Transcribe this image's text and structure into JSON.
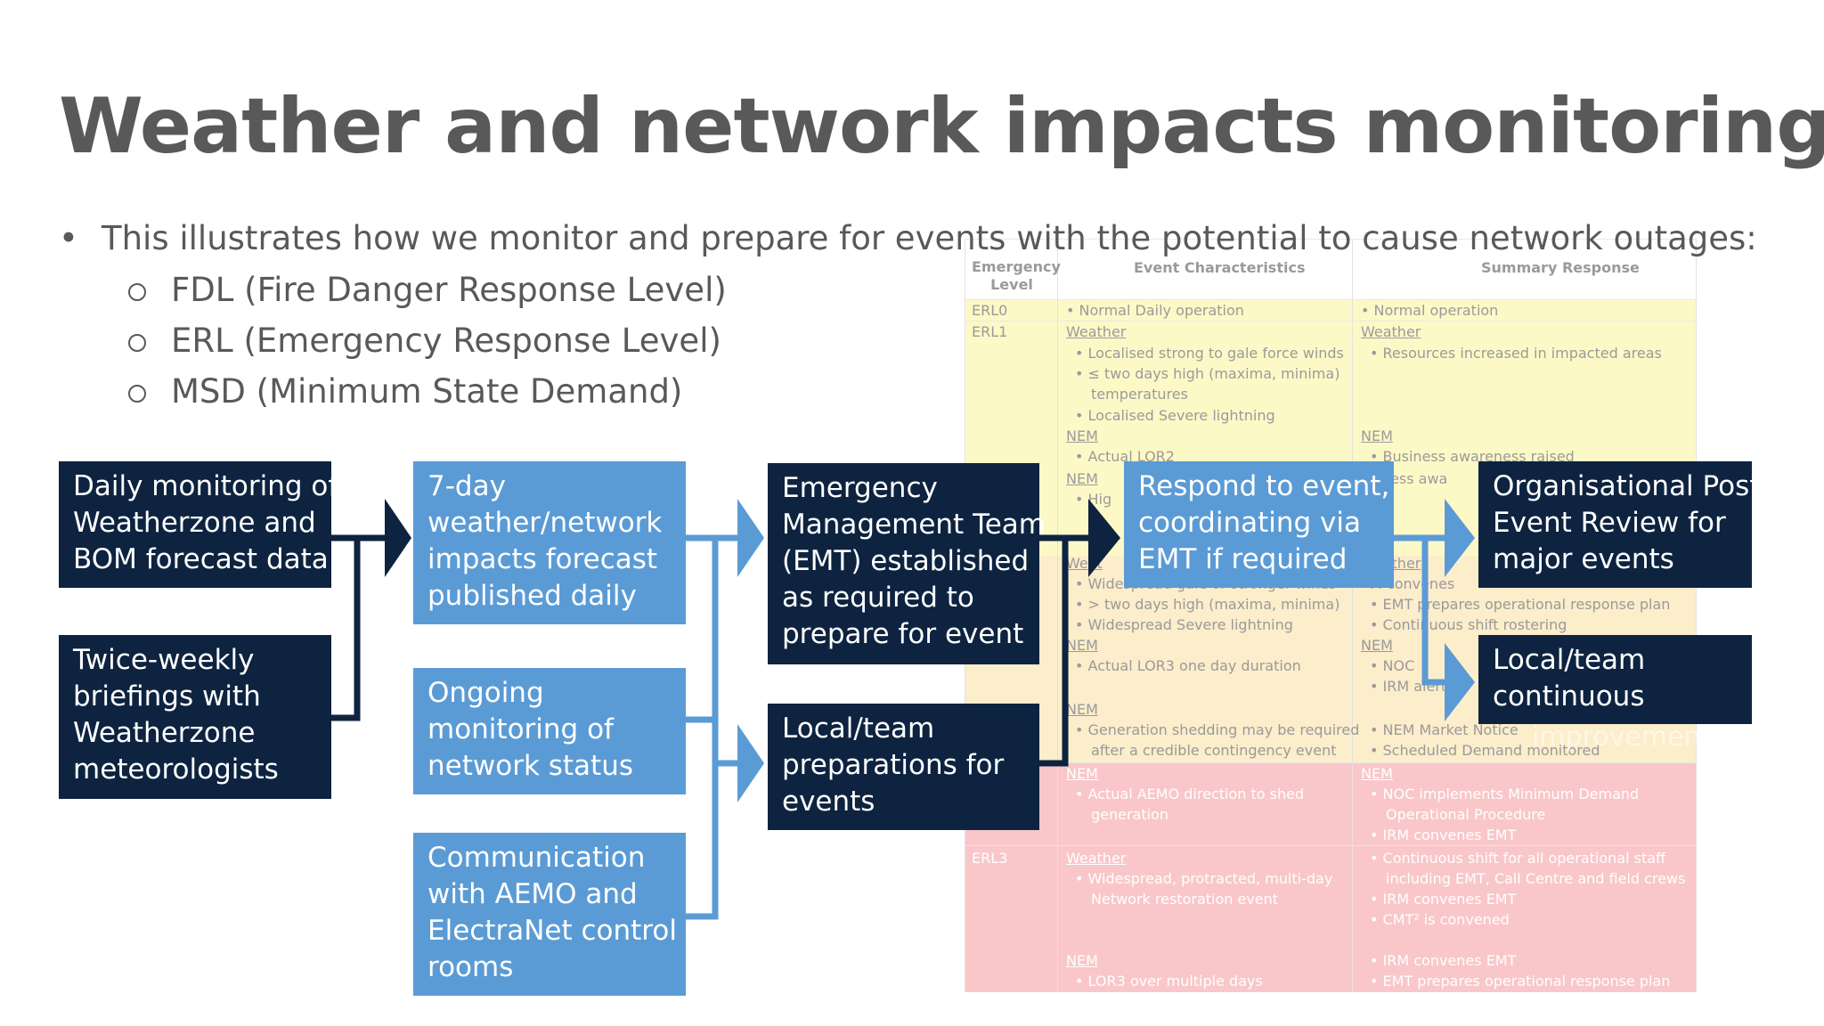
{
  "title": "Weather and network impacts monitoring",
  "intro": {
    "bullet": "•",
    "text": "This illustrates how we monitor and prepare for events with the potential to cause network outages:",
    "items": [
      "FDL (Fire Danger Response Level)",
      "ERL (Emergency Response Level)",
      "MSD (Minimum State Demand)"
    ]
  },
  "boxes": {
    "daily": [
      "Daily monitoring of",
      "Weatherzone and",
      "BOM forecast data"
    ],
    "twice": [
      "Twice-weekly",
      "briefings with",
      "Weatherzone",
      "meteorologists"
    ],
    "forecast": [
      "7-day",
      "weather/network",
      "impacts forecast",
      "published daily"
    ],
    "ongoing": [
      "Ongoing",
      "monitoring of",
      "network status"
    ],
    "comm": [
      "Communication",
      "with AEMO and",
      "ElectraNet control",
      "rooms"
    ],
    "emt": [
      "Emergency",
      "Management Team",
      "(EMT) established",
      "as required to",
      "prepare for event"
    ],
    "local_prep": [
      "Local/team",
      "preparations for",
      "events"
    ],
    "respond": [
      "Respond to event,",
      "coordinating via",
      "EMT if required"
    ],
    "review": [
      "Organisational Post",
      "Event Review for",
      "major events"
    ],
    "local_cont": [
      "Local/team",
      "continuous"
    ]
  },
  "overlay_text": "improvement",
  "bg_table": {
    "headers": [
      "Emergency Level",
      "Event Characteristics",
      "Summary Response"
    ],
    "colors": {
      "yellow": "#fdf9c7",
      "orange": "#fcedcb",
      "red": "#f9c7c9"
    },
    "cells": [
      "ERL0",
      "• Normal Daily operation",
      "• Normal operation",
      "ERL1",
      "Weather",
      "Weather",
      "• Localised strong to gale force winds",
      "• Resources increased in impacted areas",
      "• ≤ two days high (maxima, minima)",
      "temperatures",
      "• Localised Severe lightning",
      "NEM",
      "NEM",
      "• Actual LOR2",
      "• Business awareness raised",
      "NEM",
      "usiness awa",
      "• Hig",
      "Weat",
      "Weather",
      "• Widespread gale or stronger winds",
      "M convenes",
      "• > two days high (maxima, minima)",
      "• EMT prepares operational response plan",
      "• Widespread Severe lightning",
      "• Continuous shift rostering",
      "NEM",
      "NEM",
      "• Actual LOR3 one day duration",
      "• NOC",
      "• IRM alert",
      "NEM",
      "• Generation shedding may be required",
      "after a credible contingency event",
      "• NEM Market Notice",
      "• Scheduled Demand monitored",
      "NEM",
      "NEM",
      "• Actual AEMO direction to shed",
      "generation",
      "• NOC implements Minimum Demand",
      "Operational Procedure",
      "• IRM convenes EMT",
      "ERL3",
      "Weather",
      "• Widespread, protracted, multi-day",
      "Network restoration event",
      "• Continuous shift for all operational staff",
      "including EMT, Call Centre and field crews",
      "• IRM convenes EMT",
      "• CMT² is convened",
      "NEM",
      "• LOR3 over multiple days",
      "• IRM convenes EMT",
      "• EMT prepares operational response plan"
    ]
  }
}
